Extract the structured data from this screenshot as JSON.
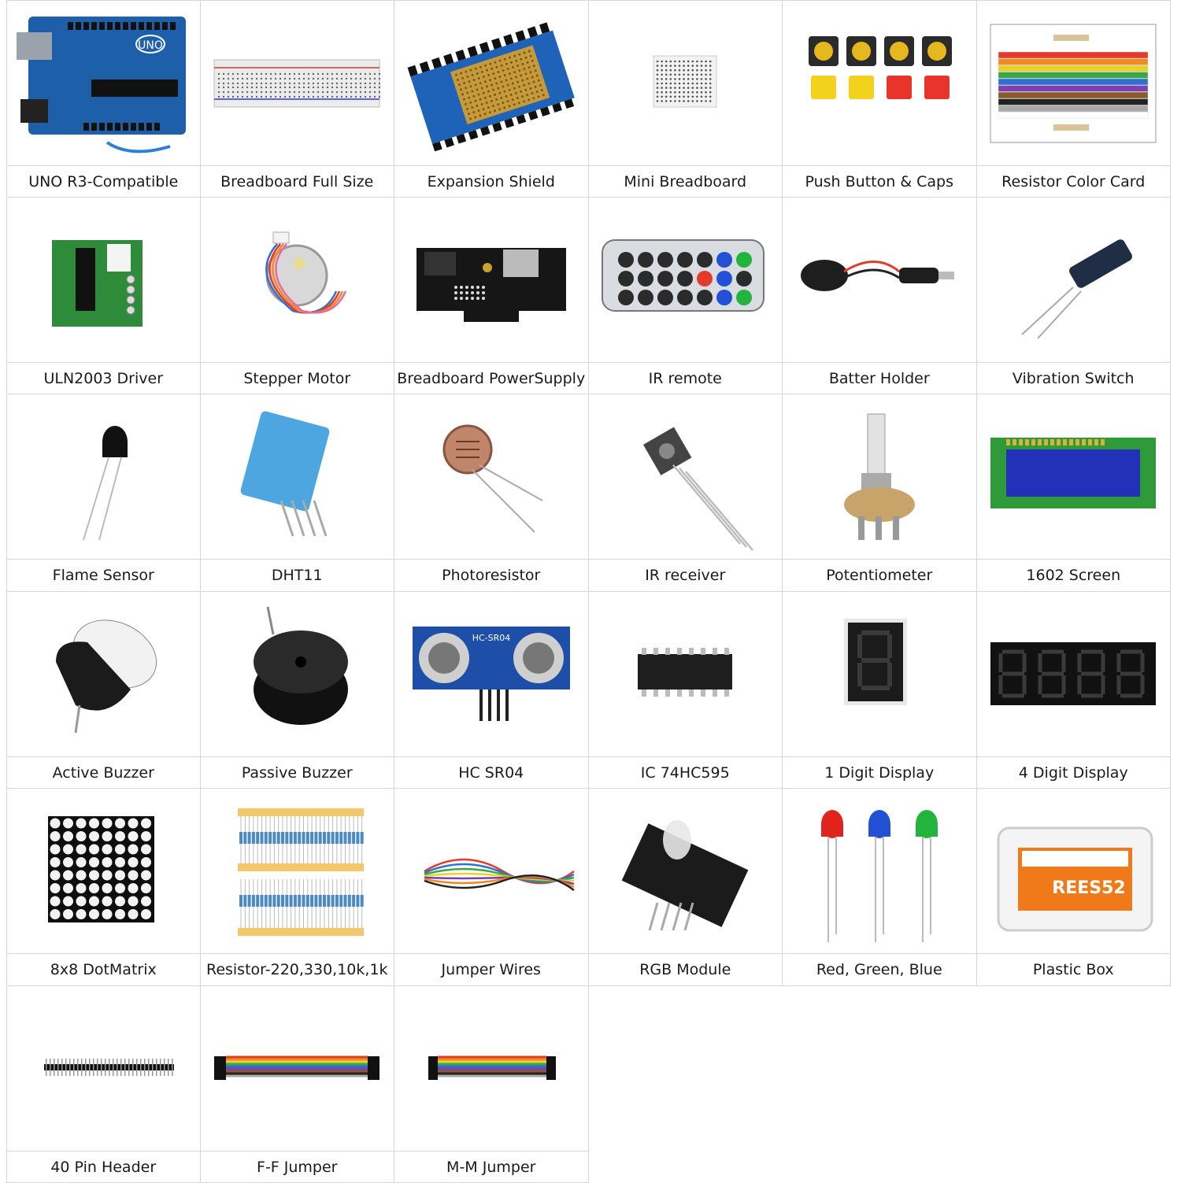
{
  "items": [
    {
      "label": "UNO R3-Compatible",
      "icon": "uno-board-icon"
    },
    {
      "label": "Breadboard Full Size",
      "icon": "breadboard-icon"
    },
    {
      "label": "Expansion Shield",
      "icon": "expansion-shield-icon"
    },
    {
      "label": "Mini Breadboard",
      "icon": "mini-breadboard-icon"
    },
    {
      "label": "Push Button & Caps",
      "icon": "push-button-icon"
    },
    {
      "label": "Resistor Color Card",
      "icon": "resistor-card-icon"
    },
    {
      "label": "ULN2003 Driver",
      "icon": "driver-board-icon"
    },
    {
      "label": "Stepper Motor",
      "icon": "stepper-motor-icon"
    },
    {
      "label": "Breadboard PowerSupply",
      "icon": "power-supply-icon"
    },
    {
      "label": "IR remote",
      "icon": "ir-remote-icon"
    },
    {
      "label": "Batter Holder",
      "icon": "battery-holder-icon"
    },
    {
      "label": "Vibration Switch",
      "icon": "vibration-switch-icon"
    },
    {
      "label": "Flame Sensor",
      "icon": "flame-sensor-icon"
    },
    {
      "label": "DHT11",
      "icon": "dht11-icon"
    },
    {
      "label": "Photoresistor",
      "icon": "photoresistor-icon"
    },
    {
      "label": "IR receiver",
      "icon": "ir-receiver-icon"
    },
    {
      "label": "Potentiometer",
      "icon": "potentiometer-icon"
    },
    {
      "label": "1602 Screen",
      "icon": "lcd-screen-icon"
    },
    {
      "label": "Active Buzzer",
      "icon": "active-buzzer-icon"
    },
    {
      "label": "Passive Buzzer",
      "icon": "passive-buzzer-icon"
    },
    {
      "label": "HC SR04",
      "icon": "ultrasonic-sensor-icon"
    },
    {
      "label": "IC 74HC595",
      "icon": "ic-chip-icon"
    },
    {
      "label": "1 Digit Display",
      "icon": "one-digit-display-icon"
    },
    {
      "label": "4 Digit Display",
      "icon": "four-digit-display-icon"
    },
    {
      "label": "8x8 DotMatrix",
      "icon": "dot-matrix-icon"
    },
    {
      "label": "Resistor-220,330,10k,1k",
      "icon": "resistors-icon"
    },
    {
      "label": "Jumper Wires",
      "icon": "jumper-wires-icon"
    },
    {
      "label": "RGB Module",
      "icon": "rgb-module-icon"
    },
    {
      "label": "Red, Green, Blue",
      "icon": "leds-icon"
    },
    {
      "label": "Plastic Box",
      "icon": "plastic-box-icon"
    },
    {
      "label": "40 Pin Header",
      "icon": "pin-header-icon"
    },
    {
      "label": "F-F Jumper",
      "icon": "ff-jumper-icon"
    },
    {
      "label": "M-M Jumper",
      "icon": "mm-jumper-icon"
    }
  ],
  "text": {
    "uno_logo": "UNO",
    "sensor_text": "HC-SR04",
    "box_brand": "REES52"
  },
  "colors": {
    "board_blue": "#1d5fa8",
    "pcb_green": "#2e8b3a",
    "lcd_blue": "#2330b8",
    "led_red": "#e0231c",
    "led_green": "#22b43c",
    "led_blue": "#2450d6"
  }
}
